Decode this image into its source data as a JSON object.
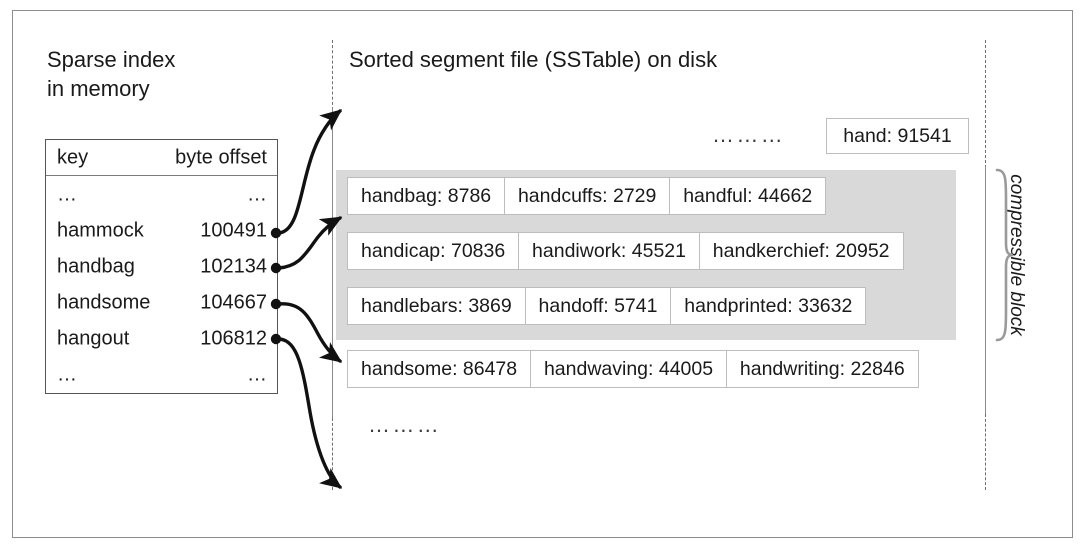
{
  "left": {
    "title": "Sparse index\nin memory",
    "table": {
      "headers": [
        "key",
        "byte offset"
      ],
      "rows": [
        {
          "key": "…",
          "offset": "…"
        },
        {
          "key": "hammock",
          "offset": "100491"
        },
        {
          "key": "handbag",
          "offset": "102134"
        },
        {
          "key": "handsome",
          "offset": "104667"
        },
        {
          "key": "hangout",
          "offset": "106812"
        },
        {
          "key": "…",
          "offset": "…"
        }
      ]
    }
  },
  "right": {
    "title": "Sorted segment file (SSTable) on disk",
    "ellipsis_top": "………",
    "ellipsis_bottom": "………",
    "top_entry": "hand: 91541",
    "block_label": "compressible block",
    "rows": [
      [
        "handbag: 8786",
        "handcuffs: 2729",
        "handful: 44662"
      ],
      [
        "handicap: 70836",
        "handiwork: 45521",
        "handkerchief: 20952"
      ],
      [
        "handlebars: 3869",
        "handoff: 5741",
        "handprinted: 33632"
      ],
      [
        "handsome: 86478",
        "handwaving: 44005",
        "handwriting: 22846"
      ]
    ]
  },
  "colors": {
    "block_fill": "#d9d9d9",
    "box_border": "#bdbdbd",
    "frame": "#8d8d8d",
    "text": "#1a1a1a",
    "rule": "#8a8a8a"
  }
}
